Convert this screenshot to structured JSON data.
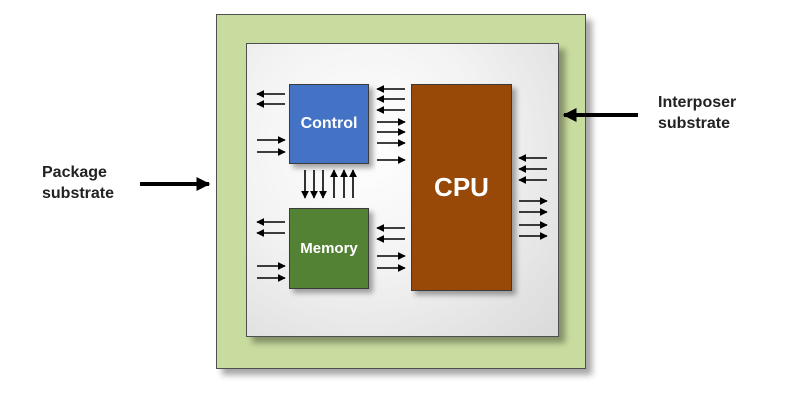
{
  "labels": {
    "package_line1": "Package",
    "package_line2": "substrate",
    "interposer_line1": "Interposer",
    "interposer_line2": "substrate"
  },
  "blocks": {
    "control": "Control",
    "memory": "Memory",
    "cpu": "CPU"
  },
  "colors": {
    "package": "#c9dca0",
    "control": "#4472c4",
    "memory": "#548235",
    "cpu": "#984807"
  }
}
